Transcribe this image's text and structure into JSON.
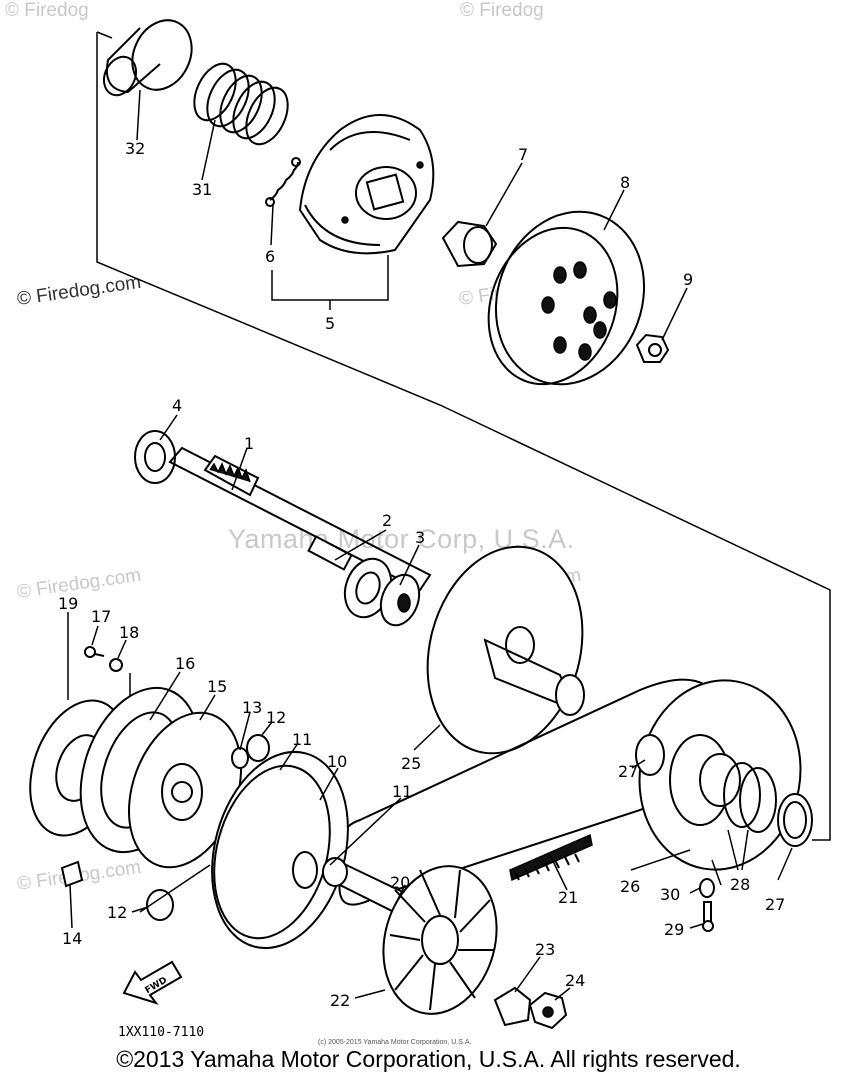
{
  "watermarks": {
    "firedog": "© Firedog.com",
    "firedog_partial": "© Firedog",
    "corp": "Yamaha Motor Corp, U.S.A."
  },
  "diagram_code": "1XX110-7110",
  "fwd_label": "FWD",
  "small_copyright": "(c) 2005-2015 Yamaha Motor Corporation, U.S.A.",
  "copyright": "©2013 Yamaha Motor Corporation, U.S.A. All rights reserved.",
  "callouts": {
    "c1": "1",
    "c2": "2",
    "c3": "3",
    "c4": "4",
    "c5": "5",
    "c6": "6",
    "c7": "7",
    "c8": "8",
    "c9": "9",
    "c10": "10",
    "c11a": "11",
    "c11b": "11",
    "c12a": "12",
    "c12b": "12",
    "c13": "13",
    "c14": "14",
    "c15": "15",
    "c16": "16",
    "c17": "17",
    "c18": "18",
    "c19": "19",
    "c20": "20",
    "c21": "21",
    "c22": "22",
    "c23": "23",
    "c24": "24",
    "c25": "25",
    "c26": "26",
    "c27a": "27",
    "c27b": "27",
    "c28": "28",
    "c29": "29",
    "c30": "30",
    "c31": "31",
    "c32": "32"
  }
}
